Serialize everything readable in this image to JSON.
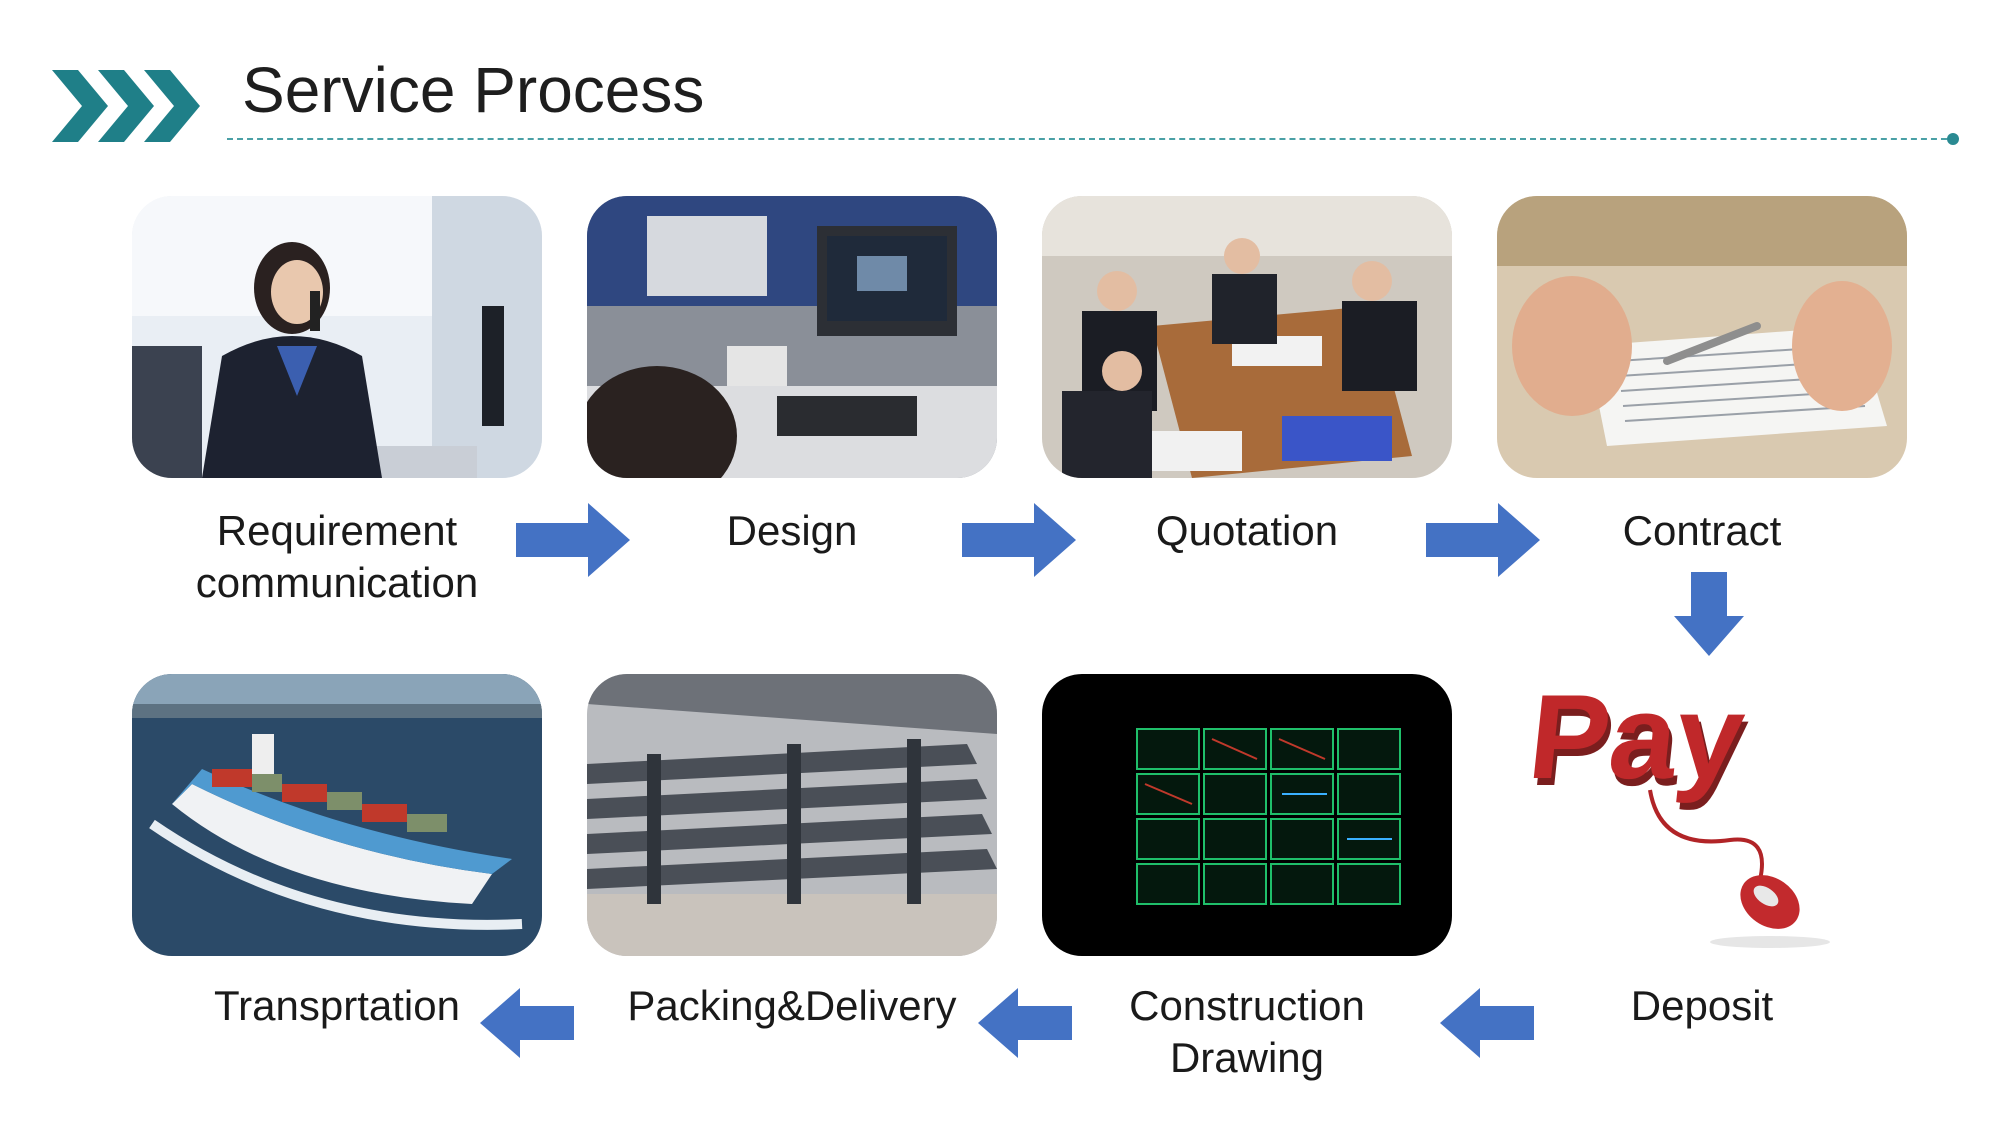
{
  "header": {
    "title": "Service Process"
  },
  "colors": {
    "accent_teal": "#1f7f88",
    "arrow_blue": "#4472c4",
    "divider": "#4aa0a6"
  },
  "steps": [
    {
      "label_line1": "Requirement",
      "label_line2": "communication",
      "icon": "phone-call-icon"
    },
    {
      "label_line1": "Design",
      "label_line2": "",
      "icon": "computer-design-icon"
    },
    {
      "label_line1": "Quotation",
      "label_line2": "",
      "icon": "meeting-icon"
    },
    {
      "label_line1": "Contract",
      "label_line2": "",
      "icon": "signing-contract-icon"
    },
    {
      "label_line1": "Deposit",
      "label_line2": "",
      "icon": "pay-icon",
      "image_text": "Pay"
    },
    {
      "label_line1": "Construction",
      "label_line2": "Drawing",
      "icon": "blueprint-icon"
    },
    {
      "label_line1": "Packing&Delivery",
      "label_line2": "",
      "icon": "steel-beams-icon"
    },
    {
      "label_line1": "Transprtation",
      "label_line2": "",
      "icon": "cargo-ship-icon"
    }
  ],
  "arrows": [
    {
      "from": "Requirement communication",
      "to": "Design",
      "direction": "right"
    },
    {
      "from": "Design",
      "to": "Quotation",
      "direction": "right"
    },
    {
      "from": "Quotation",
      "to": "Contract",
      "direction": "right"
    },
    {
      "from": "Contract",
      "to": "Deposit",
      "direction": "down"
    },
    {
      "from": "Deposit",
      "to": "Construction Drawing",
      "direction": "left"
    },
    {
      "from": "Construction Drawing",
      "to": "Packing&Delivery",
      "direction": "left"
    },
    {
      "from": "Packing&Delivery",
      "to": "Transprtation",
      "direction": "left"
    }
  ]
}
